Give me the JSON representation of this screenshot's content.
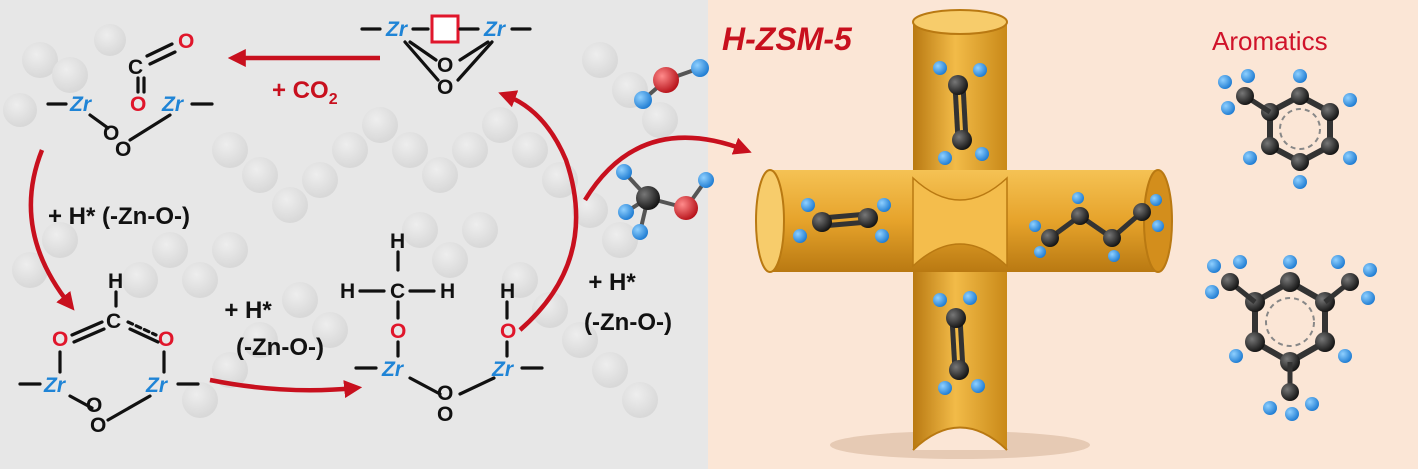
{
  "titles": {
    "catalyst": "H-ZSM-5",
    "products": "Aromatics"
  },
  "atoms": {
    "zr": "Zr",
    "o": "O",
    "c": "C",
    "h": "H"
  },
  "reagents": {
    "co2_plus": "+ CO",
    "co2_sub": "2",
    "h_step_1": "+ H* (-Zn-O-)",
    "h_step_2_line1": "+ H*",
    "h_step_2_line2": "(-Zn-O-)",
    "h_step_3_line1": "+ H*",
    "h_step_3_line2": "(-Zn-O-)"
  },
  "colors": {
    "left_panel_bg": "#e7e7e7",
    "right_panel_bg": "#fbe6d6",
    "zr_text": "#1f84d6",
    "oxygen_text": "#e0162b",
    "arrow": "#c8101e",
    "zeolite_channel": "#e6a62d",
    "carbon_atom": "#2a2a2a",
    "hydrogen_atom": "#2f8fe0",
    "oxygen_atom": "#d9232b"
  }
}
